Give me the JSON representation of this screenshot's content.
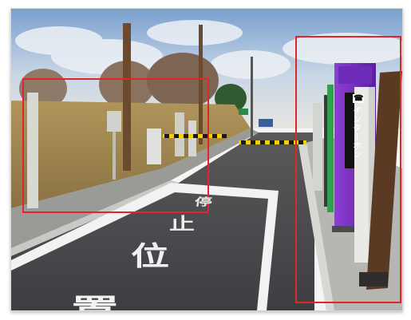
{
  "photo": {
    "description_tags": [
      "parking lot",
      "gate barrier",
      "intercom kiosk",
      "road markings"
    ],
    "road_marking_chars": [
      "停",
      "止",
      "位",
      "置"
    ],
    "intercom_sign_text": "インターホン",
    "intercom_icon": "intercom-icon",
    "highlight_color": "#e0262b",
    "barrier_colors": [
      "#f5d000",
      "#1a1a1a"
    ],
    "kiosk_color": "#7a2fc4"
  }
}
